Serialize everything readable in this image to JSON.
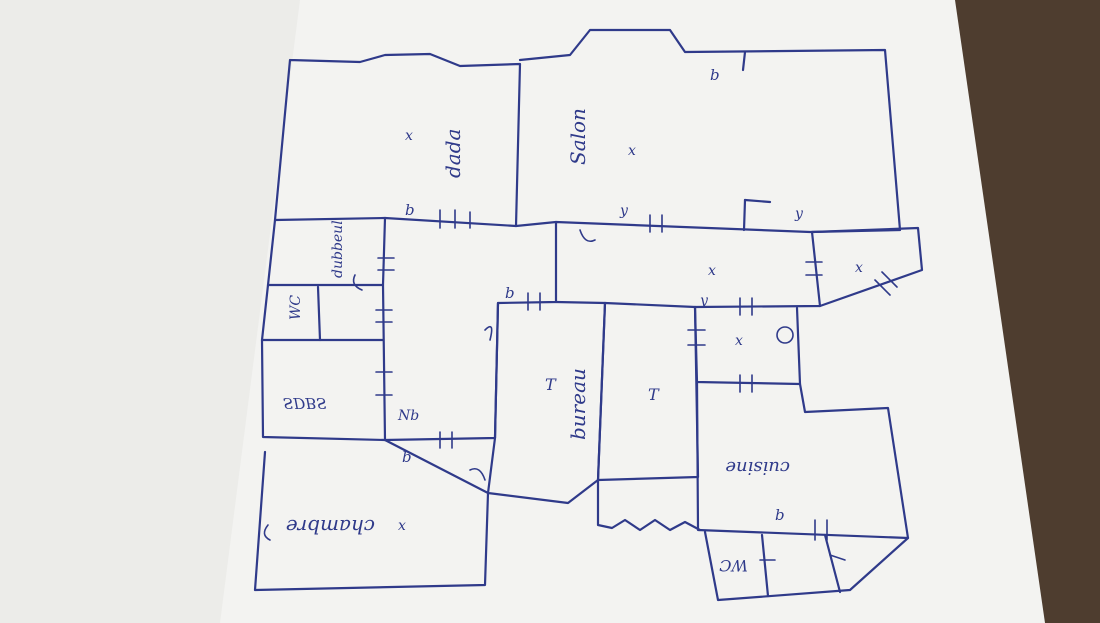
{
  "sketch": {
    "paper_color": "#f3f3f1",
    "table_color": "#4e3d2f",
    "ink_color": "#2f3a8a",
    "rooms": [
      {
        "id": "dada",
        "label": "dada"
      },
      {
        "id": "salon",
        "label": "Salon"
      },
      {
        "id": "dubbeul",
        "label": "dubbeul"
      },
      {
        "id": "wc-1",
        "label": "WC"
      },
      {
        "id": "sdb",
        "label": "SDBS"
      },
      {
        "id": "bureau",
        "label": "bureau"
      },
      {
        "id": "cuisine",
        "label": "cuisine"
      },
      {
        "id": "wc-2",
        "label": "WC"
      },
      {
        "id": "chambre",
        "label": "chambre"
      }
    ],
    "marks": {
      "b": "b",
      "x": "x",
      "y": "y",
      "t": "T",
      "nb": "Nb"
    }
  }
}
